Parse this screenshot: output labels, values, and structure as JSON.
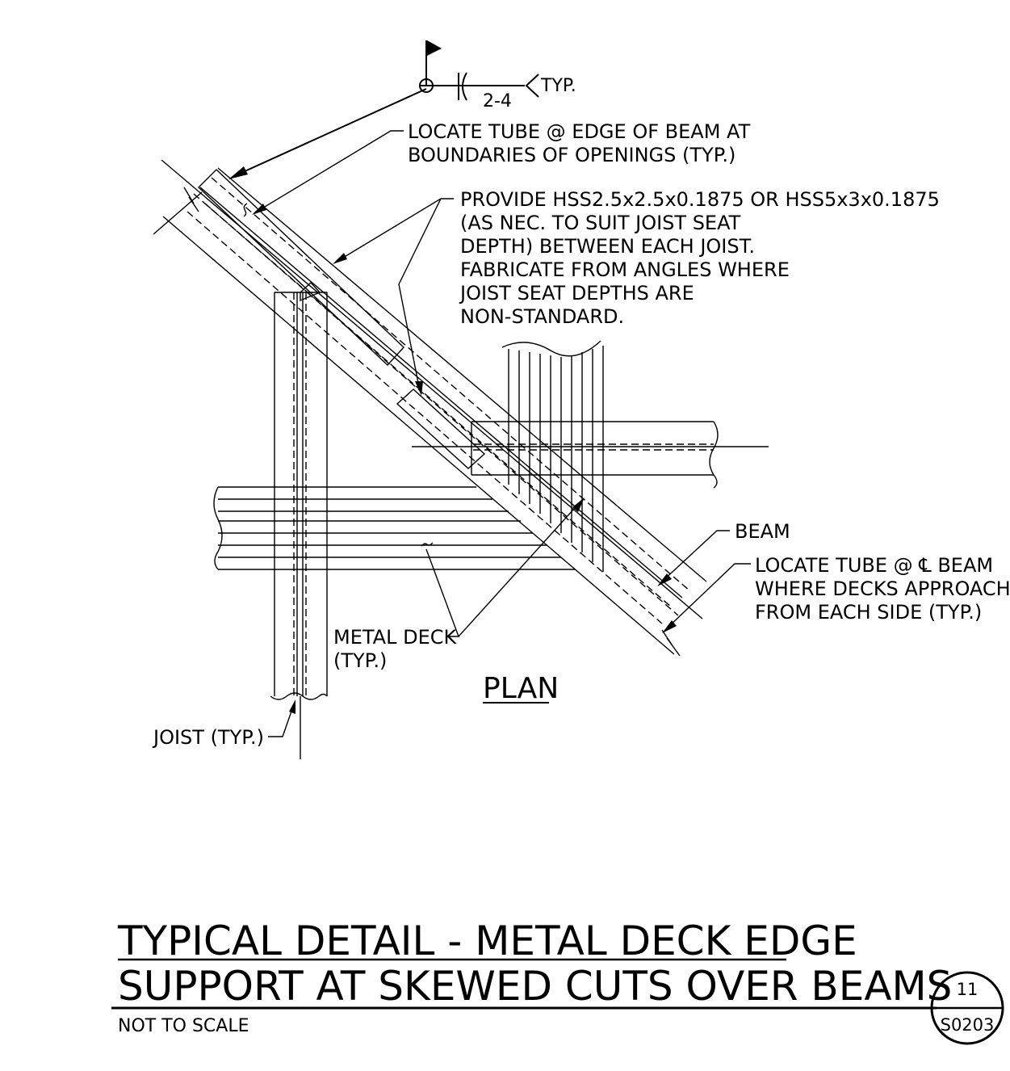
{
  "weld_symbol": {
    "size": "2-4",
    "note": "TYP."
  },
  "callouts": {
    "tube_edge": [
      "LOCATE TUBE @ EDGE OF BEAM AT",
      "BOUNDARIES OF OPENINGS (TYP.)"
    ],
    "provide_hss": [
      "PROVIDE HSS2.5x2.5x0.1875 OR HSS5x3x0.1875",
      "(AS NEC. TO SUIT JOIST SEAT",
      "DEPTH) BETWEEN EACH JOIST.",
      "FABRICATE FROM ANGLES WHERE",
      "JOIST SEAT DEPTHS ARE",
      "NON-STANDARD."
    ],
    "beam": "BEAM",
    "tube_cl": [
      "LOCATE TUBE @ ℄ BEAM",
      "WHERE DECKS APPROACH",
      "FROM EACH SIDE (TYP.)"
    ],
    "metal_deck": [
      "METAL DECK",
      "(TYP.)"
    ],
    "joist": "JOIST (TYP.)"
  },
  "view_label": "PLAN",
  "title": {
    "line1": "TYPICAL DETAIL - METAL DECK EDGE",
    "line2": "SUPPORT AT SKEWED CUTS OVER BEAMS",
    "scale": "NOT TO SCALE"
  },
  "detail_ref": {
    "number": "11",
    "sheet": "S0203"
  }
}
